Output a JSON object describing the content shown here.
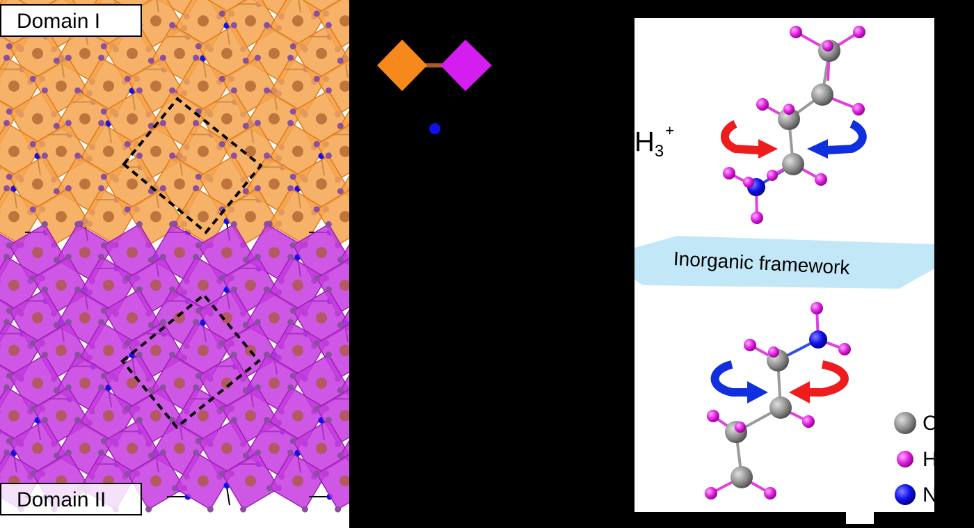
{
  "domain_labels": {
    "domain_1": "Domain I",
    "domain_2": "Domain II"
  },
  "colors": {
    "domain_1_octahedra": "#f5a54f",
    "domain_1_edge": "#e07a1a",
    "domain_2_octahedra": "#c63be0",
    "domain_2_edge": "#9b1fb3",
    "metal_center": "#a85a2a",
    "halide": "#8a4fa0",
    "nitrogen": "#1010ee",
    "carbon": "#8c8c8c",
    "hydrogen": "#e020e0",
    "rotation_red": "#ee1c1c",
    "rotation_blue": "#1030e0",
    "framework_plane": "#bfe6f5"
  },
  "legend_middle": {
    "domain_1_marker": "orange-diamond",
    "domain_2_marker": "magenta-diamond",
    "nitrogen_marker": "blue-dot"
  },
  "cation_fragment": {
    "base": "H",
    "subscript": "3",
    "superscript": "+"
  },
  "framework_label": "Inorganic framework",
  "atom_legend": [
    {
      "symbol": "C",
      "color": "#8c8c8c"
    },
    {
      "symbol": "H",
      "color": "#e020e0"
    },
    {
      "symbol": "N",
      "color": "#1010ee"
    }
  ]
}
